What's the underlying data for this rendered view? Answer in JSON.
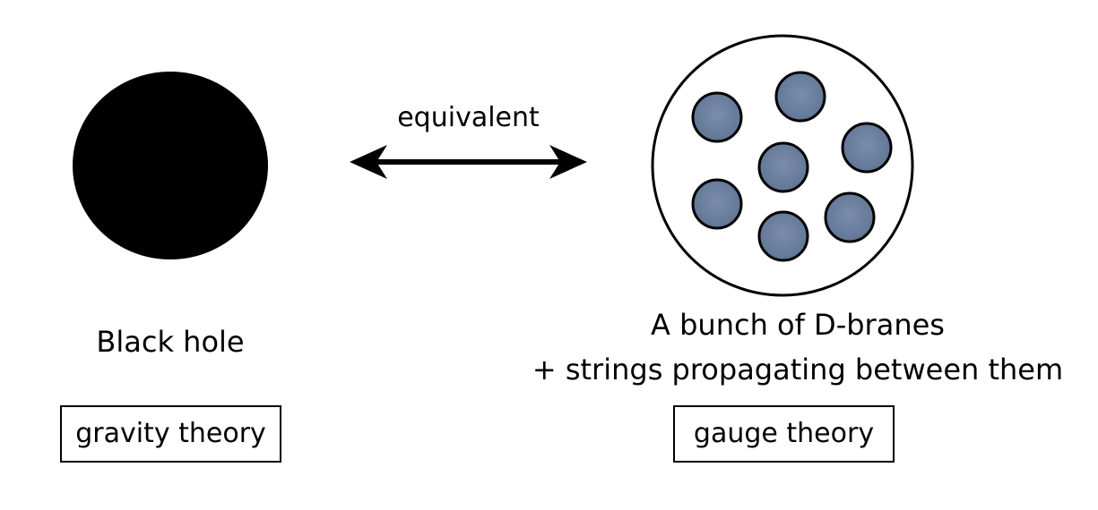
{
  "arrow_label": "equivalent",
  "left": {
    "object_label": "Black hole",
    "theory_label": "gravity theory",
    "fill_color": "#000000"
  },
  "right": {
    "object_label_line1": "A bunch of D-branes",
    "object_label_line2": "+ strings propagating between them",
    "theory_label": "gauge theory",
    "brane_count": 7,
    "brane_fill_color": "#6b7f9e",
    "container_fill_color": "#ffffff"
  },
  "colors": {
    "stroke": "#000000",
    "background": "#ffffff"
  }
}
